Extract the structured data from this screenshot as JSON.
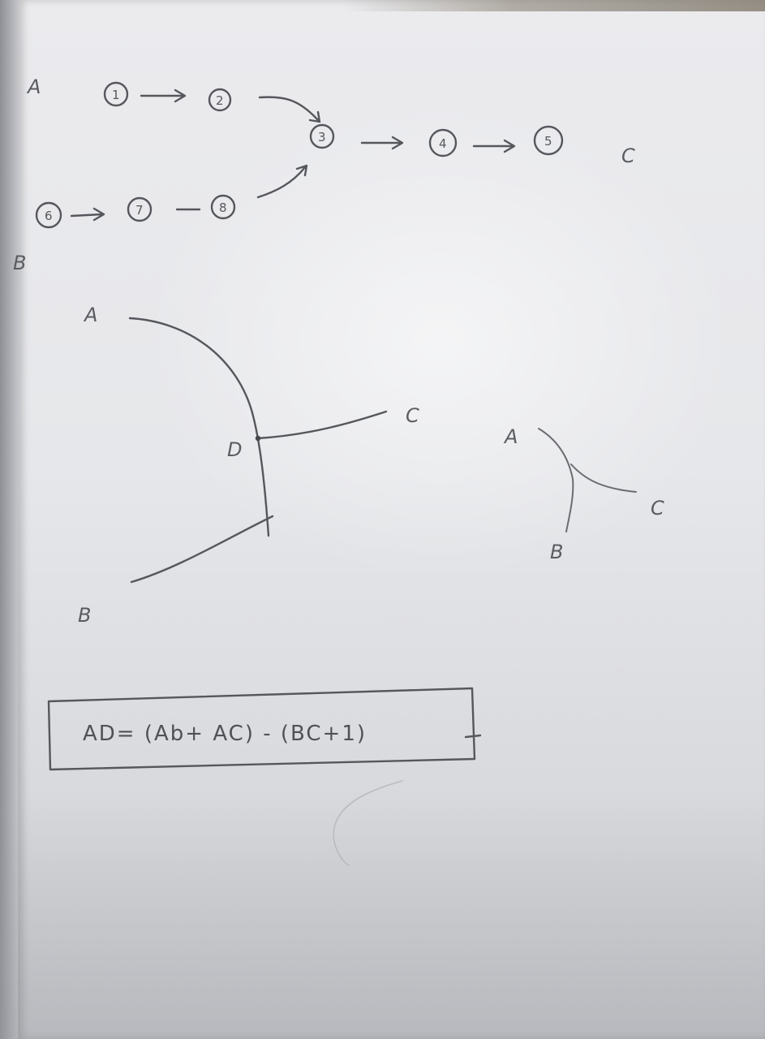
{
  "flow": {
    "label_a": "A",
    "label_b": "B",
    "label_c": "C",
    "nodes": [
      "1",
      "2",
      "3",
      "4",
      "5",
      "6",
      "7",
      "8"
    ]
  },
  "tree_large": {
    "label_a": "A",
    "label_b": "B",
    "label_c": "C",
    "label_d": "D"
  },
  "tree_small": {
    "label_a": "A",
    "label_b": "B",
    "label_c": "C"
  },
  "formula": "AD= (Ab+ AC) - (BC+1)"
}
